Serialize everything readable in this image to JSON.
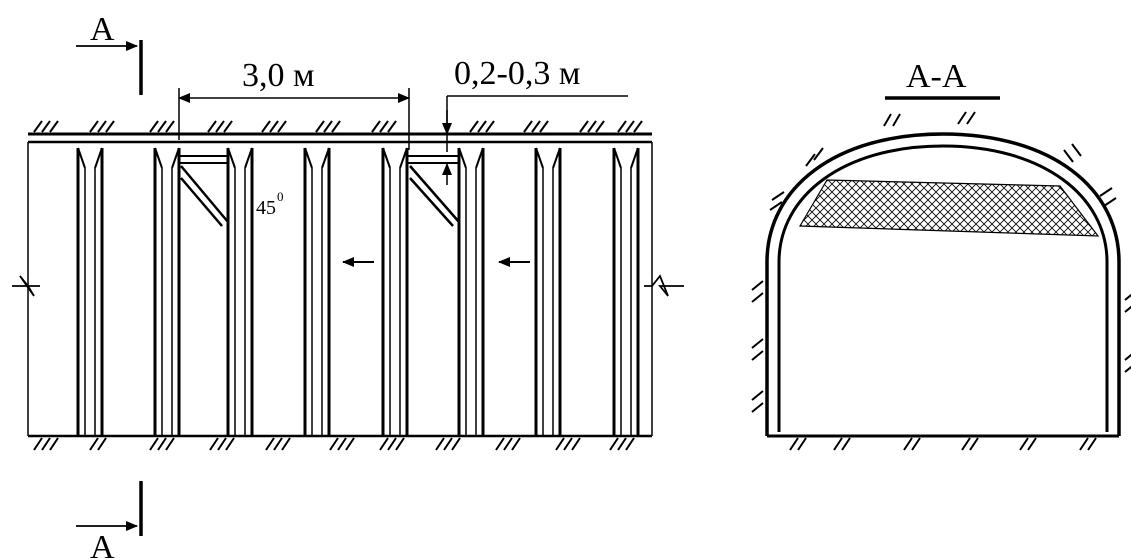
{
  "labels": {
    "section_top": "A",
    "section_bottom": "A",
    "span_dimension": "3,0 м",
    "gap_dimension": "0,2-0,3 м",
    "angle_value": "45",
    "angle_unit": "0",
    "section_title": "A-A"
  },
  "colors": {
    "ink": "#000000",
    "background": "#ffffff"
  }
}
